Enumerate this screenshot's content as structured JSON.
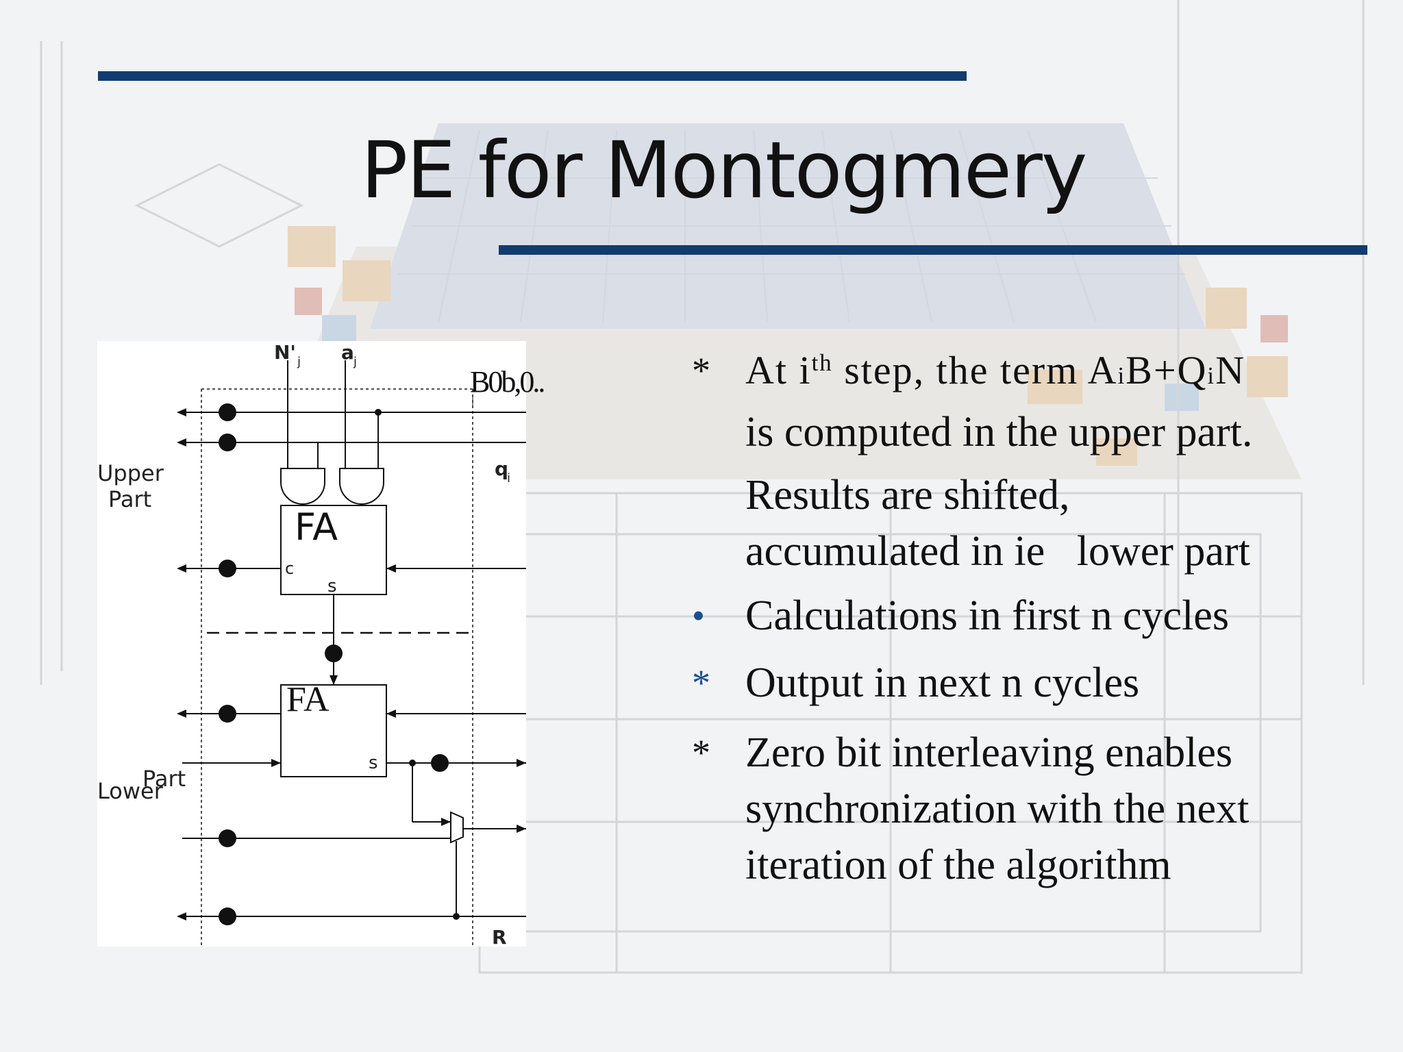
{
  "title": "PE for Montogmery",
  "colors": {
    "rule": "#123b70",
    "bullet_blue": "#1b4f8f",
    "text": "#111111"
  },
  "diagram": {
    "labels": {
      "n_prime": "N'",
      "n_prime_sub": "j",
      "a": "a",
      "a_sub": "j",
      "b_label": "B0b,0..",
      "q": "q",
      "q_sub": "i",
      "upper": "Upper",
      "upper_part": "Part",
      "fa_top": "FA",
      "fa_bottom": "FA",
      "c": "c",
      "s_top": "s",
      "s_bottom": "s",
      "lower": "Lower",
      "lower_part": "Part",
      "r": "R"
    }
  },
  "bullets": [
    {
      "marker": "*",
      "pre": "At i",
      "sup": "th",
      "mid": " step, the term A",
      "sub1": "i",
      "mid2": "B+Q",
      "sub2": "i",
      "end": "N",
      "line2": "is computed in the upper part.",
      "line3": "Results are shifted,",
      "line4": "accumulated in ie   lower part"
    },
    {
      "marker": "•",
      "text": "Calculations in first n cycles"
    },
    {
      "marker": "*",
      "text": "Output in next n cycles"
    },
    {
      "marker": "*",
      "line1": "Zero bit interleaving enables",
      "line2": "synchronization with the next",
      "line3": "iteration of the algorithm"
    }
  ]
}
